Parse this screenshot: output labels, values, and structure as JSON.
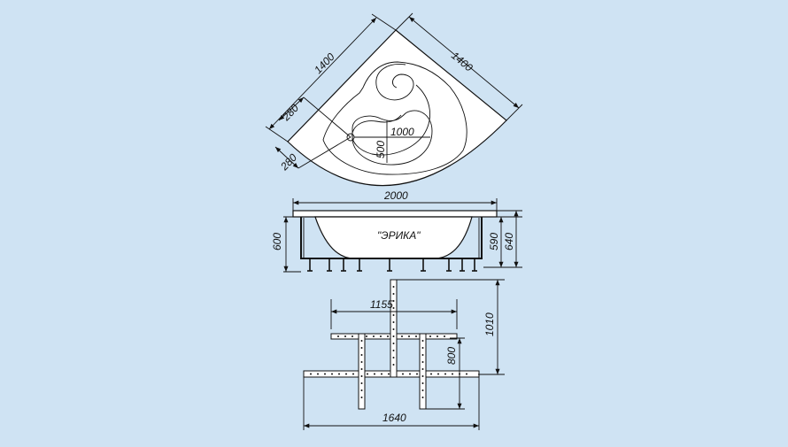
{
  "colors": {
    "background": "#cfe3f3",
    "line": "#111111",
    "fill": "#ffffff"
  },
  "top_view": {
    "side_a": "1400",
    "side_b": "1400",
    "offset_1": "280",
    "offset_2": "280",
    "inner_width": "1000",
    "inner_height": "500"
  },
  "side_view": {
    "length": "2000",
    "model_name": "\"ЭРИКА\"",
    "height_left": "600",
    "height_inner": "590",
    "height_outer": "640"
  },
  "frame_view": {
    "upper_width": "1155",
    "total_depth": "1010",
    "inner_depth": "800",
    "total_width": "1640"
  }
}
